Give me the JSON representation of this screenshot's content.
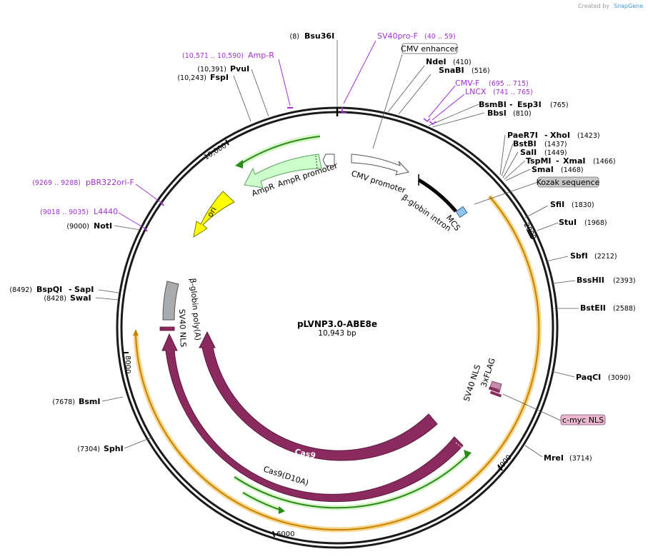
{
  "watermark": {
    "prefix": "Created by",
    "brand": "SnapGene"
  },
  "plasmid": {
    "name": "pLVNP3.0-ABE8e",
    "size": "10,943 bp"
  },
  "ruler_ticks": [
    "2000",
    "4000",
    "6000",
    "8000",
    "10,000"
  ],
  "sites": [
    {
      "name": "Bsu36I",
      "pos": "(8)"
    },
    {
      "name": "NdeI",
      "pos": "(410)"
    },
    {
      "name": "SnaBI",
      "pos": "(516)"
    },
    {
      "name": "BsmBI",
      "name2": "Esp3I",
      "pos": "(765)"
    },
    {
      "name": "BbsI",
      "pos": "(810)"
    },
    {
      "name": "PaeR7I",
      "name2": "XhoI",
      "pos": "(1423)"
    },
    {
      "name": "BstBI",
      "pos": "(1437)"
    },
    {
      "name": "SalI",
      "pos": "(1449)"
    },
    {
      "name": "TspMI",
      "name2": "XmaI",
      "pos": "(1466)"
    },
    {
      "name": "SmaI",
      "pos": "(1468)"
    },
    {
      "name": "SfiI",
      "pos": "(1830)"
    },
    {
      "name": "StuI",
      "pos": "(1968)"
    },
    {
      "name": "SbfI",
      "pos": "(2212)"
    },
    {
      "name": "BssHII",
      "pos": "(2393)"
    },
    {
      "name": "BstEII",
      "pos": "(2588)"
    },
    {
      "name": "PaqCI",
      "pos": "(3090)"
    },
    {
      "name": "MreI",
      "pos": "(3714)"
    },
    {
      "name": "SphI",
      "pos": "(7304)"
    },
    {
      "name": "BsmI",
      "pos": "(7678)"
    },
    {
      "name": "SwaI",
      "pos": "(8428)"
    },
    {
      "name": "BspQI",
      "name2": "SapI",
      "pos": "(8492)"
    },
    {
      "name": "NotI",
      "pos": "(9000)"
    },
    {
      "name": "FspI",
      "pos": "(10,243)"
    },
    {
      "name": "PvuI",
      "pos": "(10,391)"
    }
  ],
  "primers": [
    {
      "name": "SV40pro-F",
      "pos": "(40 .. 59)"
    },
    {
      "name": "CMV-F",
      "pos": "(695 .. 715)"
    },
    {
      "name": "LNCX",
      "pos": "(741 .. 765)"
    },
    {
      "name": "Amp-R",
      "pos": "(10,571 .. 10,590)"
    },
    {
      "name": "pBR322ori-F",
      "pos": "(9269 .. 9288)"
    },
    {
      "name": "L4440",
      "pos": "(9018 .. 9035)"
    }
  ],
  "boxed_features": [
    "CMV enhancer",
    "Kozak sequence",
    "c-myc NLS"
  ],
  "features": {
    "cmv_promoter": "CMV promoter",
    "beta_globin_intron": "β-globin intron",
    "mcs": "MCS",
    "ampr": "AmpR",
    "ampr_promoter": "AmpR promoter",
    "ori": "ori",
    "beta_globin_polya": "β-globin poly(A)",
    "sv40_nls_left": "SV40 NLS",
    "sv40_nls_right": "SV40 NLS",
    "flag": "3xFLAG",
    "cas9": "Cas9",
    "cas9_d10a": "Cas9(D10A)"
  },
  "colors": {
    "backbone": "#1a1a1a",
    "primer": "#a030d0",
    "cas9": "#8b2a5e",
    "ori": "#ffff00",
    "ampr_fill": "#ccffcc",
    "ampr_stroke": "#5aa05a",
    "orange_feature": "#f2a400",
    "green_feature": "#2c8a1a",
    "polya": "#a9abad",
    "mcs_fill": "#8fc4ef",
    "flag": "#c48aa8",
    "kozak_bg": "#c8c8c8",
    "cmyc_bg": "#e8b8cc"
  }
}
